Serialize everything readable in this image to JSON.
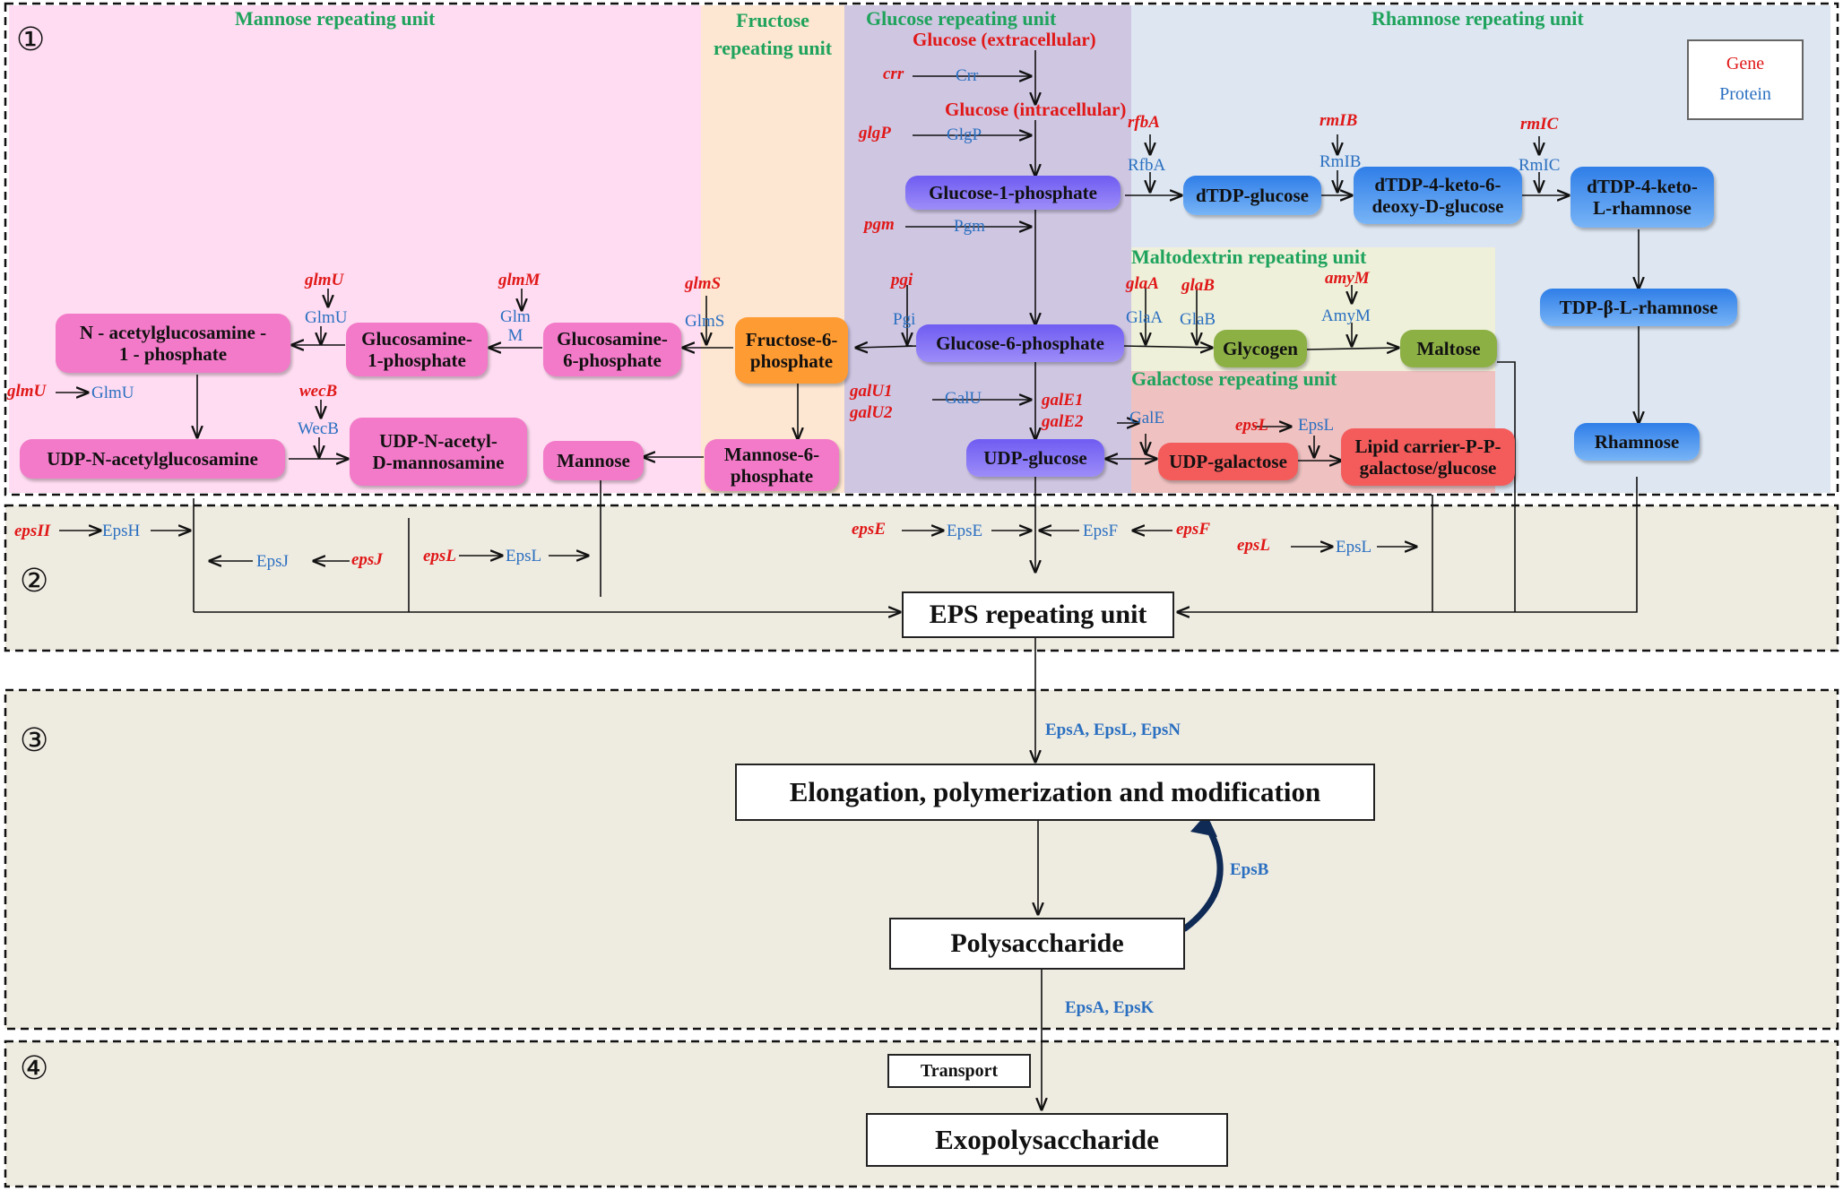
{
  "stages": [
    "①",
    "②",
    "③",
    "④"
  ],
  "regions": {
    "mannose": "Mannose repeating unit",
    "fructose": "Fructose\nrepeating unit",
    "glucose": "Glucose repeating unit",
    "rhamnose": "Rhamnose repeating unit",
    "maltodextrin": "Maltodextrin repeating unit",
    "galactose": "Galactose repeating unit"
  },
  "legend": {
    "gene": "Gene",
    "protein": "Protein"
  },
  "labels": {
    "glucose_extracellular": "Glucose (extracellular)",
    "glucose_intracellular": "Glucose (intracellular)"
  },
  "nodes": {
    "g1p": "Glucose-1-phosphate",
    "g6p": "Glucose-6-phosphate",
    "udp_glucose": "UDP-glucose",
    "f6p": "Fructose-6-\nphosphate",
    "m6p": "Mannose-6-\nphosphate",
    "mannose": "Mannose",
    "glcn6p": "Glucosamine-\n6-phosphate",
    "glcn1p": "Glucosamine-\n1-phosphate",
    "nag1p": "N - acetylglucosamine -\n1 - phosphate",
    "udp_nag": "UDP-N-acetylglucosamine",
    "udp_nam": "UDP-N-acetyl-\nD-mannosamine",
    "dtdp_glucose": "dTDP-glucose",
    "dtdp_keto_deoxy": "dTDP-4-keto-6-\ndeoxy-D-glucose",
    "dtdp_keto_rham": "dTDP-4-keto-\nL-rhamnose",
    "tdp_rham": "TDP-β-L-rhamnose",
    "rhamnose": "Rhamnose",
    "glycogen": "Glycogen",
    "maltose": "Maltose",
    "udp_galactose": "UDP-galactose",
    "lipid_carrier": "Lipid carrier-P-P-\ngalactose/glucose"
  },
  "genes": {
    "crr": "crr",
    "glgP": "glgP",
    "pgm": "pgm",
    "pgi": "pgi",
    "galU1": "galU1",
    "galU2": "galU2",
    "galE1": "galE1",
    "galE2": "galE2",
    "rfbA": "rfbA",
    "rmlB": "rmIB",
    "rmlC": "rmIC",
    "glaA": "glaA",
    "glaB": "glaB",
    "amyM": "amyM",
    "epsL_gal": "epsL",
    "glmS": "glmS",
    "glmM": "glmM",
    "glmU_top": "glmU",
    "glmU_left": "glmU",
    "wecB": "wecB",
    "epsH": "epsII",
    "epsJ": "epsJ",
    "epsL_a": "epsL",
    "epsE": "epsE",
    "epsF": "epsF",
    "epsL_b": "epsL"
  },
  "proteins": {
    "Crr": "Crr",
    "GlgP": "GlgP",
    "Pgm": "Pgm",
    "Pgi": "Pgi",
    "GalU": "GalU",
    "GalE": "GalE",
    "RfbA": "RfbA",
    "RmlB": "RmIB",
    "RmlC": "RmIC",
    "GlaA": "GlaA",
    "GlaB": "GlaB",
    "AmyM": "AmyM",
    "EpsL_gal": "EpsL",
    "GlmS": "GlmS",
    "GlmM": "Glm\nM",
    "GlmU_top": "GlmU",
    "GlmU_left": "GlmU",
    "WecB": "WecB",
    "EpsH": "EpsH",
    "EpsJ": "EpsJ",
    "EpsL_a": "EpsL",
    "EpsE": "EpsE",
    "EpsF": "EpsF",
    "EpsL_b": "EpsL",
    "stage3": "EpsA, EpsL, EpsN",
    "EpsB": "EpsB",
    "stage4": "EpsA, EpsK"
  },
  "boxes": {
    "eps_unit": "EPS repeating unit",
    "elongation": "Elongation, polymerization and modification",
    "polysaccharide": "Polysaccharide",
    "transport": "Transport",
    "exopolysaccharide": "Exopolysaccharide"
  }
}
